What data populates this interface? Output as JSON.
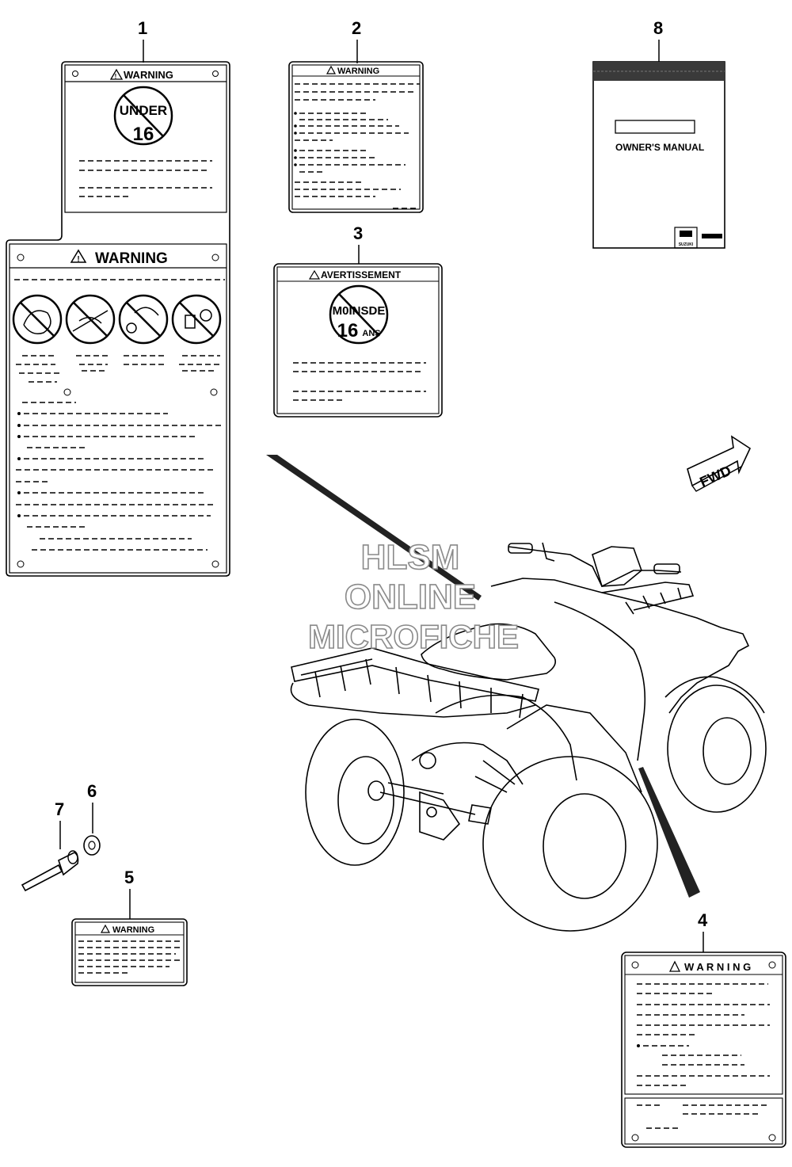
{
  "callouts": {
    "n1": "1",
    "n2": "2",
    "n3": "3",
    "n4": "4",
    "n5": "5",
    "n6": "6",
    "n7": "7",
    "n8": "8"
  },
  "labels": {
    "warning": "WARNING",
    "warning_spaced": "W A R N I N G",
    "avertissement": "AVERTISSEMENT",
    "under": "UNDER",
    "sixteen": "16",
    "moinsde": "M0INSDE",
    "ans": "ANS",
    "owners_manual": "OWNER'S MANUAL",
    "fwd": "FWD",
    "suzuki": "SUZUKI"
  },
  "watermark": {
    "line1": "HLSM",
    "line2": "ONLINE",
    "line3": "MICROFICHE"
  },
  "colors": {
    "line": "#000000",
    "watermark_stroke": "#8a8a8a"
  }
}
